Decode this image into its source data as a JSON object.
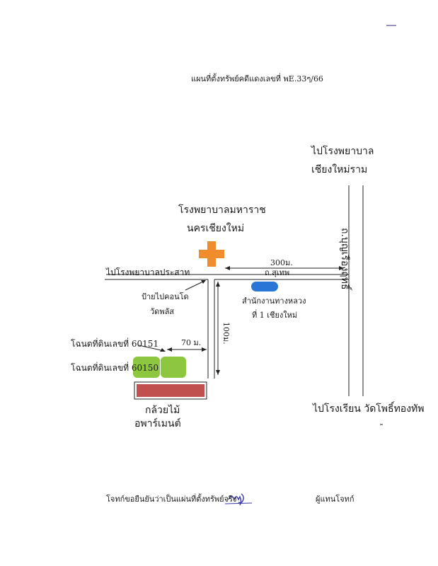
{
  "map": {
    "title": "แผนที่ตั้งทรัพย์คดีแดงเลขที่ พE.33ๆ/66",
    "hospital_north_line1": "ไปโรงพยาบาล",
    "hospital_north_line2": "เชียงใหม่ราม",
    "maharaj_line1": "โรงพยาบาลมหาราช",
    "maharaj_line2": "นครเชียงใหม่",
    "road_right": "ถ.บุญเรืองฤทธิ์",
    "distance_300": "300ม.",
    "road_suthep": "ถ.สุเทพ",
    "to_prasat": "ไปโรงพยาบาลประสาท",
    "sign_line1": "ป้ายไปคอนโด",
    "sign_line2": "วัดพลัส",
    "office_line1": "สำนักงานทางหลวง",
    "office_line2": "ที่ 1 เชียงใหม่",
    "distance_100": "100ม.",
    "parcel_60151": "โฉนดที่ดินเลขที่ 60151",
    "distance_70": "70 ม.",
    "parcel_60150": "โฉนดที่ดินเลขที่ 60150",
    "apartment_line1": "กล้วยไม้",
    "apartment_line2": "อพาร์เมนต์",
    "to_school": "ไปโรงเรียน วัดโพธิ์ทองทัพ",
    "certify_text": "โจทก์ขอยืนยันว่าเป็นแผ่นที่ตั้งทรัพย์จริง",
    "agent_text": "ผู้แทนโจทก์",
    "colors": {
      "hospital_cross": "#f08c2c",
      "office_marker": "#2a76d6",
      "parcel_fill": "#8dc63f",
      "apartment_fill": "#c0504d",
      "signature_ink": "#3a3aa8"
    }
  }
}
